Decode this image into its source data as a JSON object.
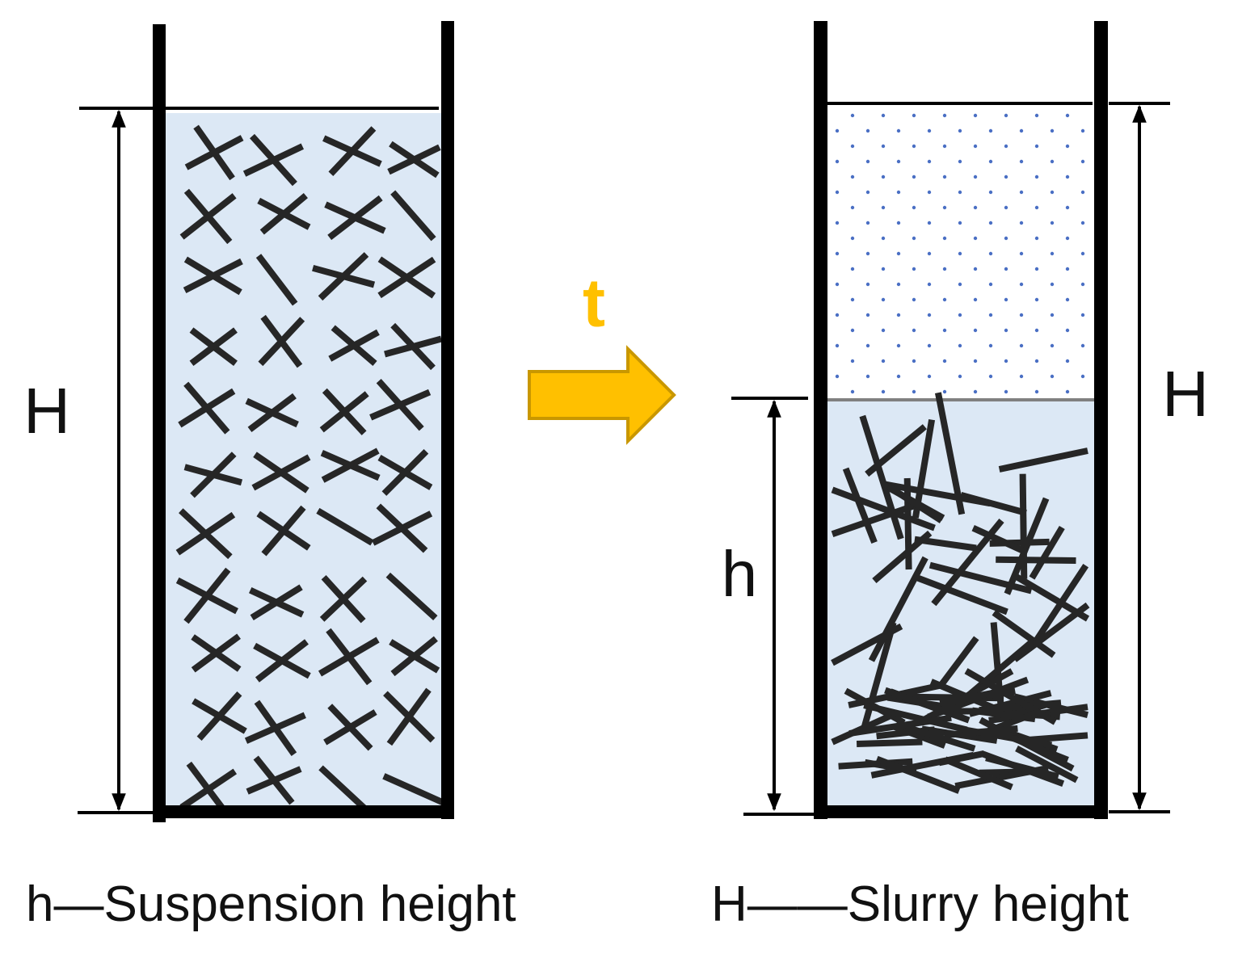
{
  "diagram": {
    "left_height_label": "H",
    "right_full_height_label": "H",
    "right_sediment_height_label": "h",
    "time_label": "t",
    "caption_left": "h—Suspension height",
    "caption_right": "H——Slurry height",
    "colors": {
      "liquid_fill": "#dce8f5",
      "fiber": "#262626",
      "wall": "#000000",
      "arrow_fill": "#ffc000",
      "arrow_stroke": "#c99700",
      "time_label": "#ffc000",
      "clear_liquid_dots": "#4a6fc4"
    },
    "icons": {
      "process_arrow": "right-arrow-icon"
    }
  }
}
